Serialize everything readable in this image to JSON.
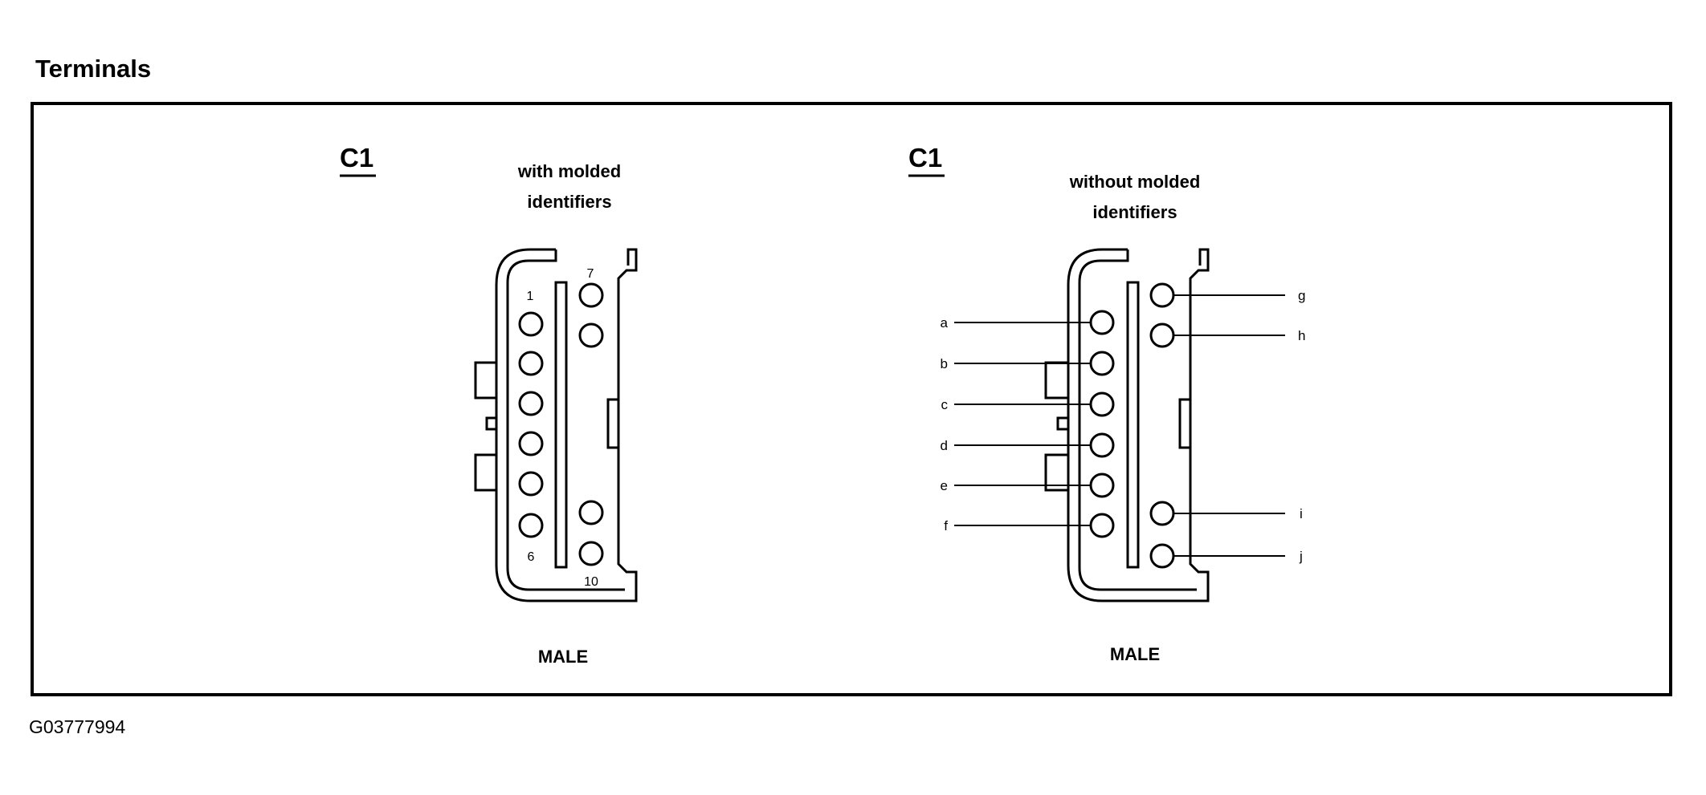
{
  "title": "Terminals",
  "figure_id": "G03777994",
  "left_connector": {
    "name": "C1",
    "subtitle_line1": "with molded",
    "subtitle_line2": "identifiers",
    "pin_numbers": [
      "1",
      "6",
      "7",
      "10"
    ],
    "gender": "MALE"
  },
  "right_connector": {
    "name": "C1",
    "subtitle_line1": "without molded",
    "subtitle_line2": "identifiers",
    "pin_labels": [
      "a",
      "b",
      "c",
      "d",
      "e",
      "f",
      "g",
      "h",
      "i",
      "j"
    ],
    "gender": "MALE"
  }
}
